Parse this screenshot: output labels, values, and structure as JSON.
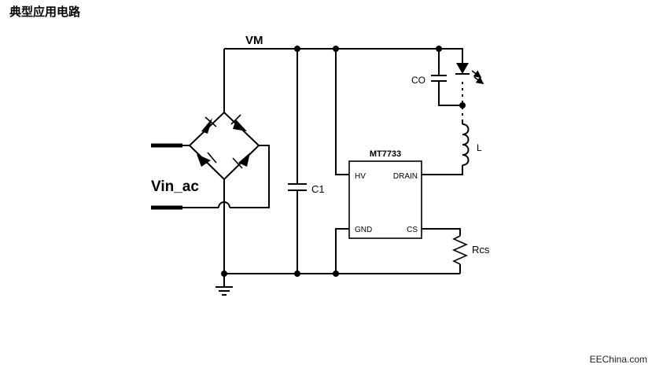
{
  "title": "典型应用电路",
  "watermark": "EEChina.com",
  "nets": {
    "vm": "VM",
    "vin_ac": "Vin_ac"
  },
  "components": {
    "ic": {
      "name": "MT7733",
      "pins": {
        "hv": "HV",
        "drain": "DRAIN",
        "gnd": "GND",
        "cs": "CS"
      }
    },
    "capacitor_c1": "C1",
    "capacitor_co": "CO",
    "inductor": "L",
    "resistor": "Rcs"
  }
}
